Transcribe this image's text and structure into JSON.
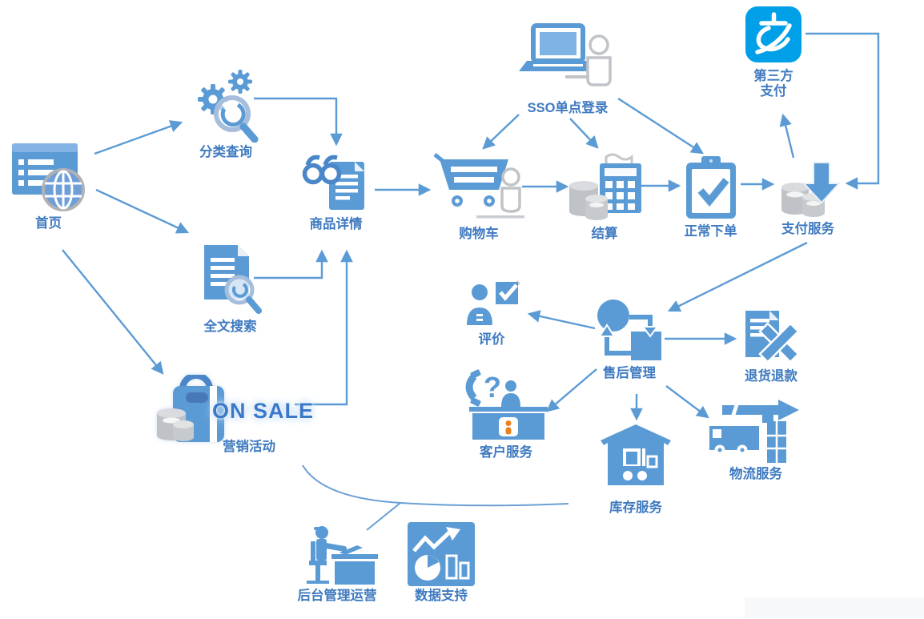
{
  "diagram": {
    "nodes": {
      "home": {
        "label": "首页"
      },
      "category_query": {
        "label": "分类查询"
      },
      "fulltext_search": {
        "label": "全文搜索"
      },
      "product_detail": {
        "label": "商品详情"
      },
      "cart": {
        "label": "购物车"
      },
      "checkout": {
        "label": "结算"
      },
      "sso": {
        "label": "SSO单点登录"
      },
      "normal_order": {
        "label": "正常下单"
      },
      "payment_service": {
        "label": "支付服务"
      },
      "third_party_payment": {
        "label_line1": "第三方",
        "label_line2": "支付"
      },
      "review": {
        "label": "评价"
      },
      "aftersales": {
        "label": "售后管理"
      },
      "return_refund": {
        "label": "退货退款"
      },
      "customer_service": {
        "label": "客户服务"
      },
      "inventory_service": {
        "label": "库存服务"
      },
      "logistics_service": {
        "label": "物流服务"
      },
      "marketing": {
        "label": "营销活动",
        "badge": "ON SALE"
      },
      "backend_ops": {
        "label": "后台管理运营"
      },
      "data_support": {
        "label": "数据支持"
      }
    },
    "edges": [
      {
        "from": "home",
        "to": "category_query"
      },
      {
        "from": "home",
        "to": "fulltext_search"
      },
      {
        "from": "home",
        "to": "marketing"
      },
      {
        "from": "category_query",
        "to": "product_detail"
      },
      {
        "from": "fulltext_search",
        "to": "product_detail"
      },
      {
        "from": "marketing",
        "to": "product_detail"
      },
      {
        "from": "product_detail",
        "to": "cart"
      },
      {
        "from": "cart",
        "to": "checkout"
      },
      {
        "from": "checkout",
        "to": "normal_order"
      },
      {
        "from": "normal_order",
        "to": "payment_service"
      },
      {
        "from": "sso",
        "to": "cart"
      },
      {
        "from": "sso",
        "to": "checkout"
      },
      {
        "from": "sso",
        "to": "normal_order"
      },
      {
        "from": "payment_service",
        "to": "third_party_payment"
      },
      {
        "from": "third_party_payment",
        "to": "payment_service"
      },
      {
        "from": "payment_service",
        "to": "aftersales"
      },
      {
        "from": "aftersales",
        "to": "review"
      },
      {
        "from": "aftersales",
        "to": "customer_service"
      },
      {
        "from": "aftersales",
        "to": "inventory_service"
      },
      {
        "from": "aftersales",
        "to": "logistics_service"
      },
      {
        "from": "aftersales",
        "to": "return_refund"
      }
    ],
    "colors": {
      "primary_blue": "#5b9bd5",
      "dark_blue": "#4a86c8",
      "label_blue": "#3f7ac0",
      "gray": "#bfc2c6",
      "alipay_blue": "#00a0e9",
      "accent_orange": "#e8821e"
    }
  }
}
